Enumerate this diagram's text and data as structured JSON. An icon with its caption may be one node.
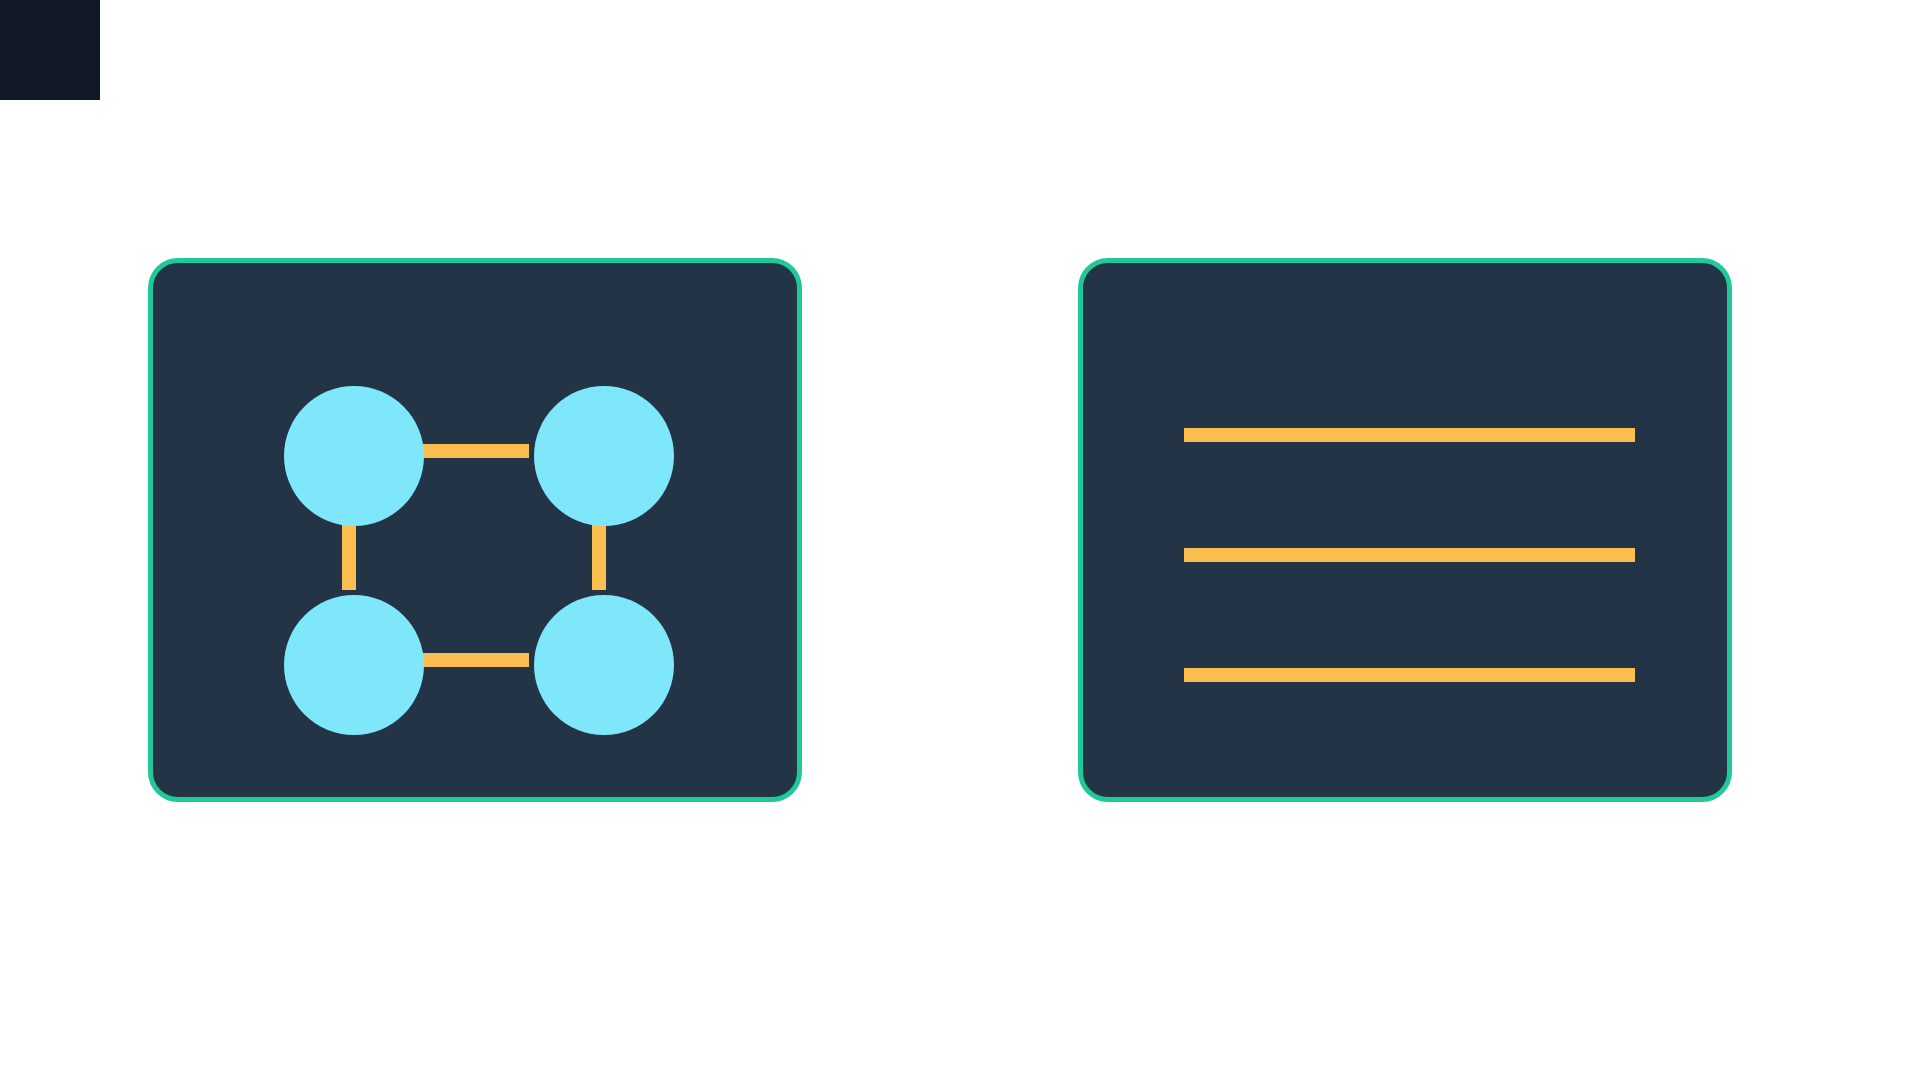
{
  "diagram": {
    "nodes": [
      {
        "text": [],
        "shape": "box"
      },
      {
        "text": [],
        "shape": "box"
      },
      {
        "text": [],
        "shape": "circle",
        "in": 1
      },
      {
        "text": [],
        "shape": "circle",
        "in": 1
      },
      {
        "text": [],
        "shape": "circle",
        "in": 1
      },
      {
        "text": [],
        "shape": "circle",
        "in": 1
      },
      {
        "text": [],
        "shape": "box"
      },
      {
        "text": [],
        "shape": "bar",
        "in": 6
      },
      {
        "text": [],
        "shape": "bar",
        "in": 6
      },
      {
        "text": [],
        "shape": "bar",
        "in": 6
      }
    ],
    "edges": [
      {
        "from": 2,
        "to": 3,
        "arrow": "none"
      },
      {
        "from": 2,
        "to": 4,
        "arrow": "none"
      },
      {
        "from": 3,
        "to": 5,
        "arrow": "none"
      },
      {
        "from": 4,
        "to": 5,
        "arrow": "none"
      }
    ]
  }
}
